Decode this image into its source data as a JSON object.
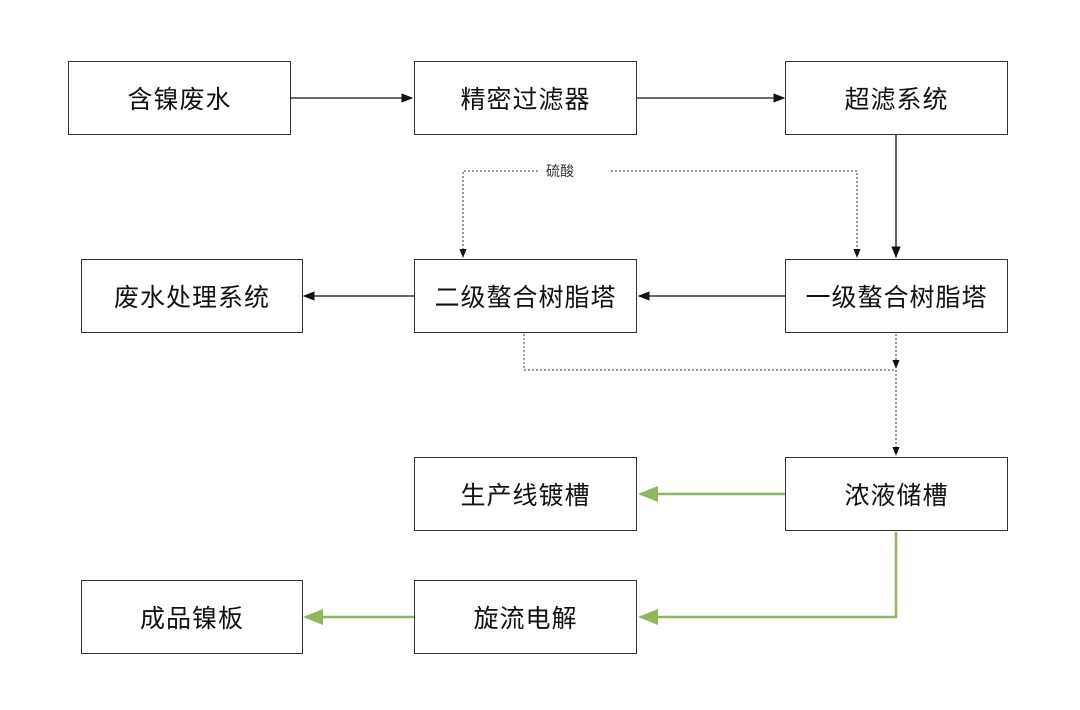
{
  "nodes": {
    "wastewater": "含镍废水",
    "filter": "精密过滤器",
    "ultrafiltration": "超滤系统",
    "treatment": "废水处理系统",
    "tower2": "二级螯合树脂塔",
    "tower1": "一级螯合树脂塔",
    "plating_tank": "生产线镀槽",
    "concentrate_tank": "浓液储槽",
    "product": "成品镍板",
    "electrolysis": "旋流电解"
  },
  "labels": {
    "acid": "硫酸"
  },
  "colors": {
    "line": "#111111",
    "green": "#8fb85c",
    "box_border": "#333333"
  }
}
